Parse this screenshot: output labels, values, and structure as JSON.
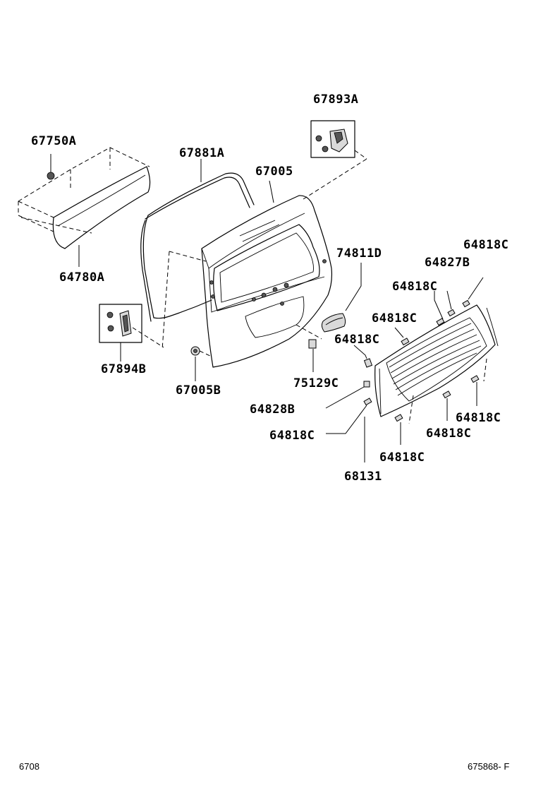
{
  "labels": {
    "p67893A": "67893A",
    "p67750A": "67750A",
    "p67881A": "67881A",
    "p67005": "67005",
    "p64780A": "64780A",
    "p74811D": "74811D",
    "p64818C_a": "64818C",
    "p64827B": "64827B",
    "p64818C_b": "64818C",
    "p64818C_c": "64818C",
    "p64818C_d": "64818C",
    "p67894B": "67894B",
    "p67005B": "67005B",
    "p75129C": "75129C",
    "p64828B": "64828B",
    "p64818C_e": "64818C",
    "p64818C_f": "64818C",
    "p64818C_g": "64818C",
    "p64818C_h": "64818C",
    "p68131": "68131"
  },
  "footer": {
    "left": "6708",
    "right": "675868- F"
  }
}
